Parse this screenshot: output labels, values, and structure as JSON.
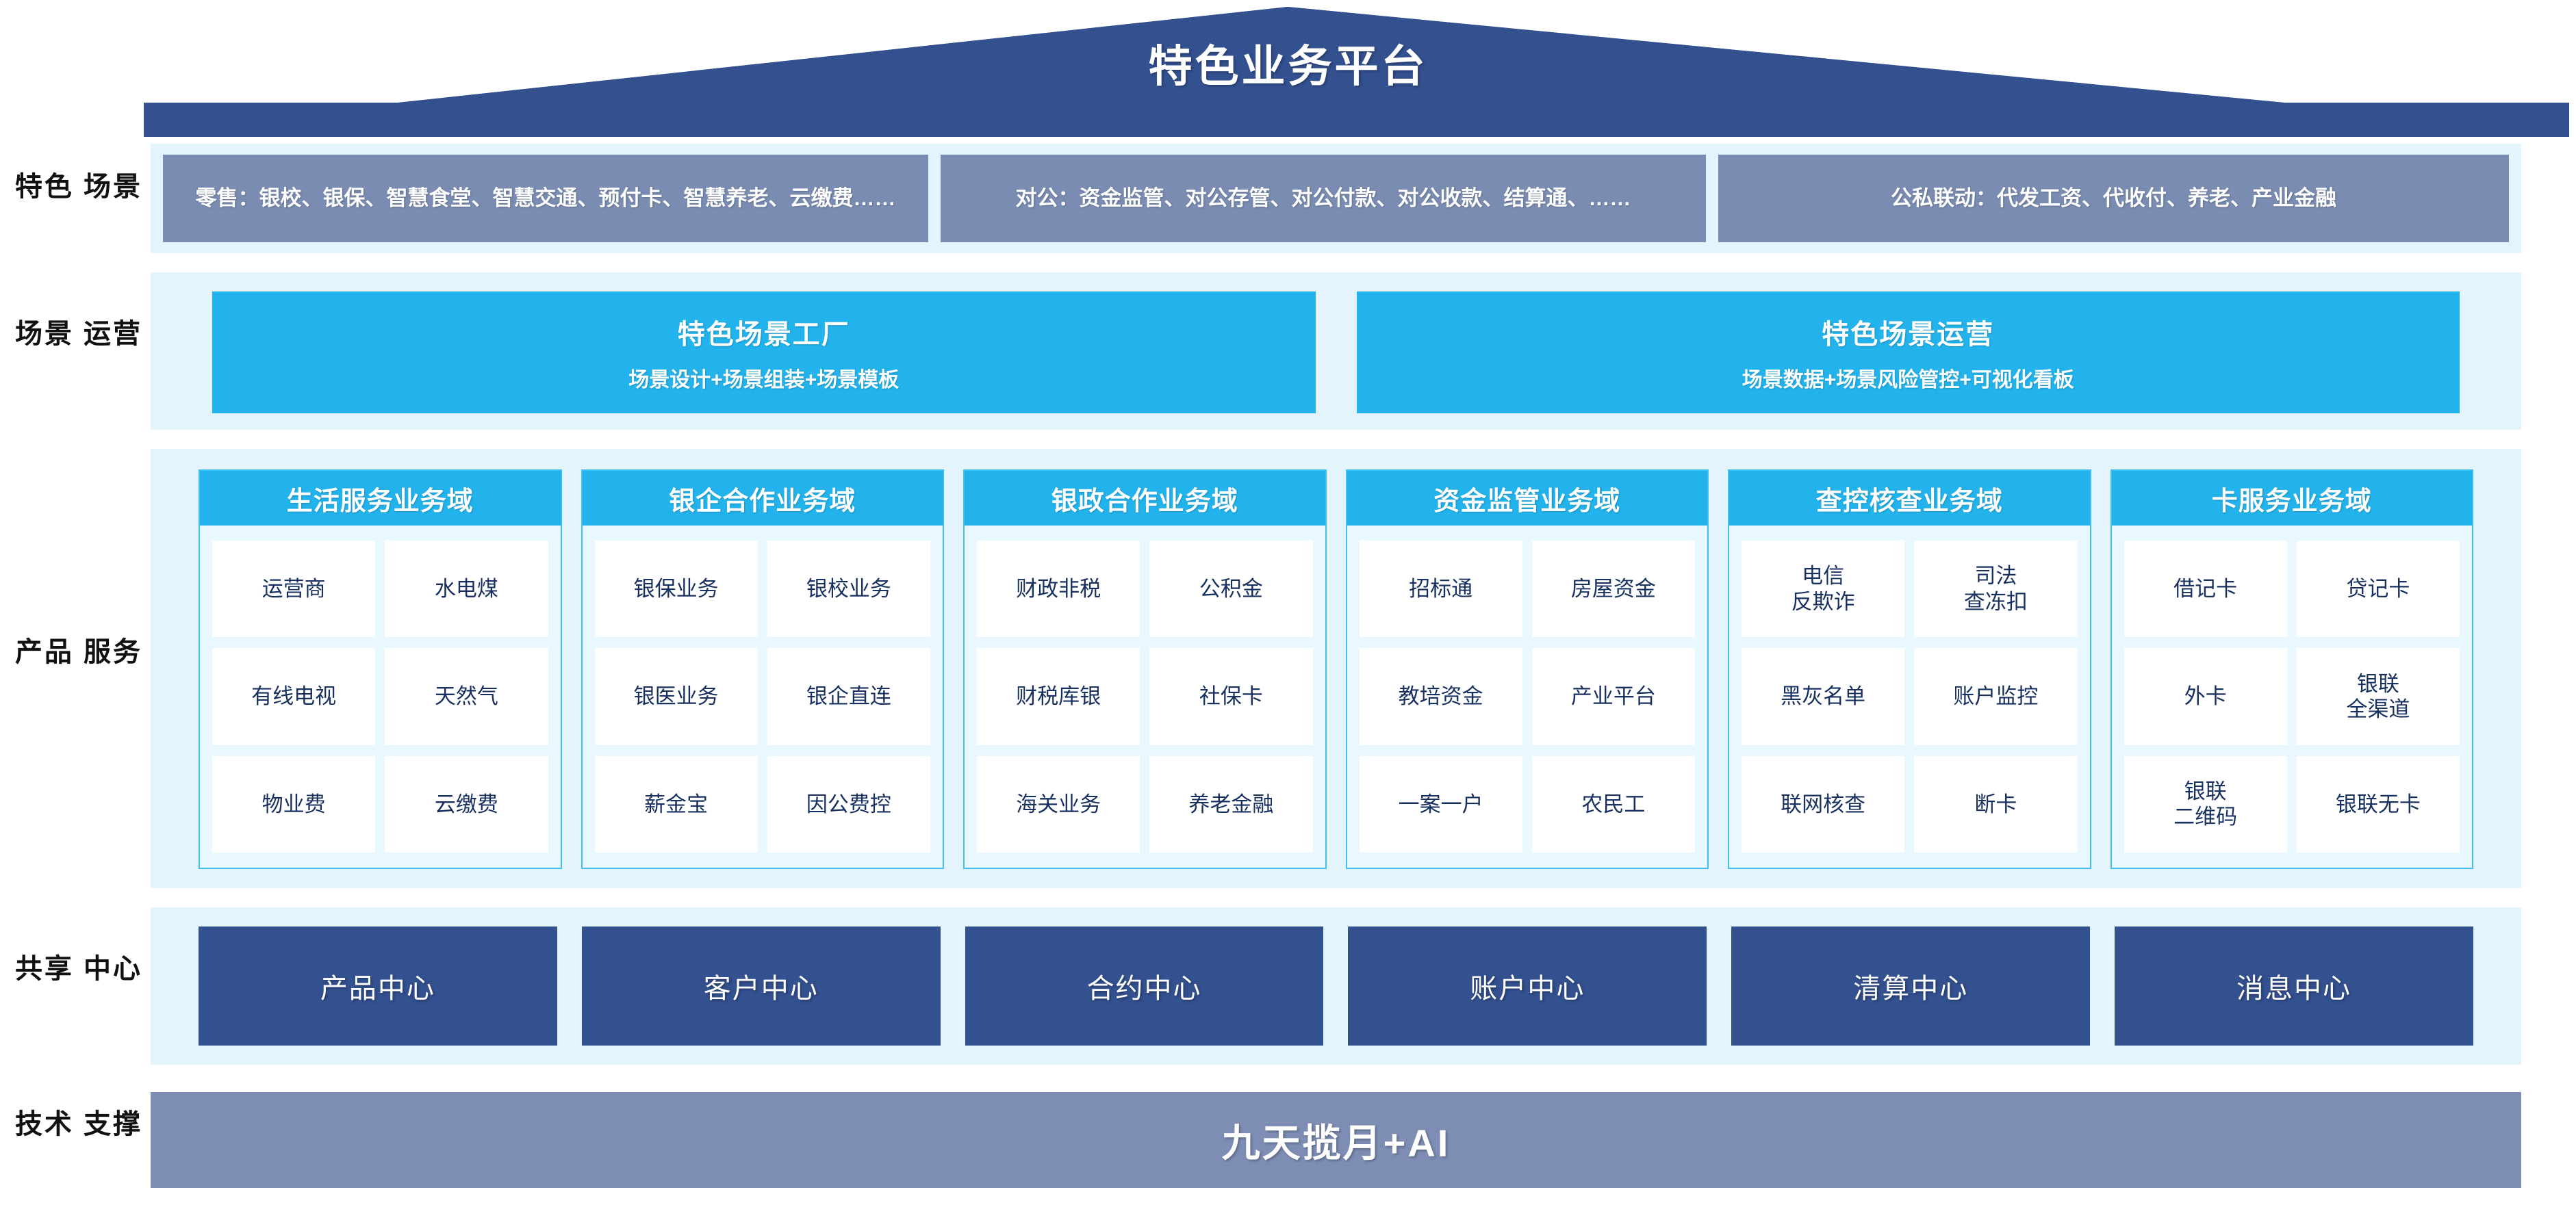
{
  "header": {
    "title": "特色业务平台",
    "roof_color": "#33508f"
  },
  "row_labels": {
    "scene": "特色\n场景",
    "operation": "场景\n运营",
    "product": "产品\n服务",
    "shared": "共享\n中心",
    "tech": "技术\n支撑"
  },
  "scene_row": {
    "boxes": [
      {
        "text": "零售：银校、银保、智慧食堂、智慧交通、预付卡、智慧养老、云缴费……"
      },
      {
        "text": "对公：资金监管、对公存管、对公付款、对公收款、结算通、……"
      },
      {
        "text": "公私联动：代发工资、代收付、养老、产业金融"
      }
    ],
    "box_color": "#7a8cb2"
  },
  "operation_row": {
    "boxes": [
      {
        "title": "特色场景工厂",
        "subtitle": "场景设计+场景组装+场景模板"
      },
      {
        "title": "特色场景运营",
        "subtitle": "场景数据+场景风险管控+可视化看板"
      }
    ],
    "box_color": "#22b3ec"
  },
  "product_row": {
    "header_color": "#22b3ec",
    "chip_color": "#ffffff",
    "domains": [
      {
        "title": "生活服务业务域",
        "chips": [
          "运营商",
          "水电煤",
          "有线电视",
          "天然气",
          "物业费",
          "云缴费"
        ]
      },
      {
        "title": "银企合作业务域",
        "chips": [
          "银保业务",
          "银校业务",
          "银医业务",
          "银企直连",
          "薪金宝",
          "因公费控"
        ]
      },
      {
        "title": "银政合作业务域",
        "chips": [
          "财政非税",
          "公积金",
          "财税库银",
          "社保卡",
          "海关业务",
          "养老金融"
        ]
      },
      {
        "title": "资金监管业务域",
        "chips": [
          "招标通",
          "房屋资金",
          "教培资金",
          "产业平台",
          "一案一户",
          "农民工"
        ]
      },
      {
        "title": "查控核查业务域",
        "chips": [
          "电信\n反欺诈",
          "司法\n查冻扣",
          "黑灰名单",
          "账户监控",
          "联网核查",
          "断卡"
        ]
      },
      {
        "title": "卡服务业务域",
        "chips": [
          "借记卡",
          "贷记卡",
          "外卡",
          "银联\n全渠道",
          "银联\n二维码",
          "银联无卡"
        ]
      }
    ]
  },
  "shared_row": {
    "box_color": "#33508f",
    "boxes": [
      "产品中心",
      "客户中心",
      "合约中心",
      "账户中心",
      "清算中心",
      "消息中心"
    ]
  },
  "tech_row": {
    "bar_color": "#7d8db4",
    "label": "九天揽月+AI"
  },
  "palette": {
    "band_bg": "#e4f4fd",
    "cyan": "#22b3ec",
    "navy": "#33508f",
    "slate": "#7a8cb2",
    "chip_text": "#18305f"
  }
}
